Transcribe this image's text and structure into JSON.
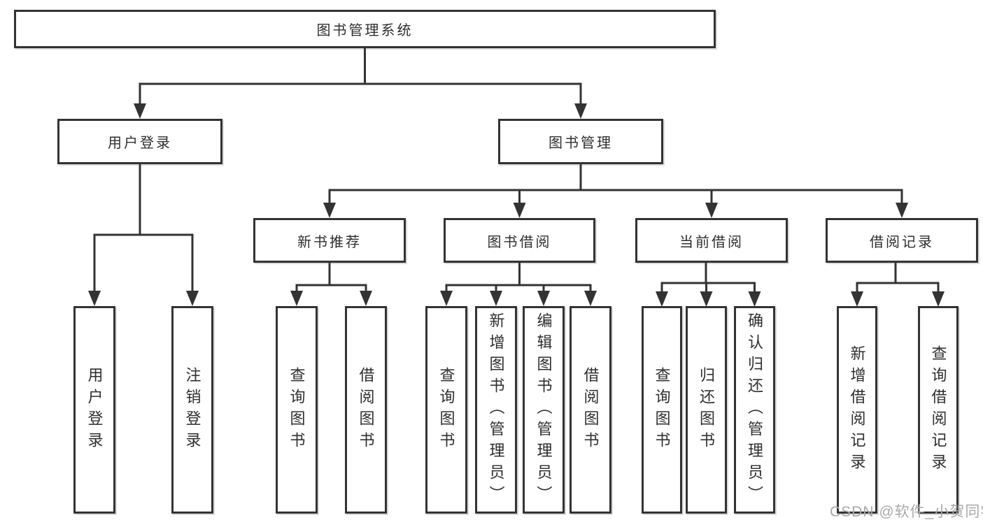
{
  "root": {
    "label": "图书管理系统"
  },
  "l1": [
    {
      "label": "用户登录",
      "children": [
        {
          "label": "用户登录"
        },
        {
          "label": "注销登录"
        }
      ]
    },
    {
      "label": "图书管理"
    }
  ],
  "l2": [
    {
      "label": "新书推荐",
      "children": [
        {
          "label": "查询图书"
        },
        {
          "label": "借阅图书"
        }
      ]
    },
    {
      "label": "图书借阅",
      "children": [
        {
          "label": "查询图书"
        },
        {
          "label": "新增图书（管理员）"
        },
        {
          "label": "编辑图书（管理员）"
        },
        {
          "label": "借阅图书"
        }
      ]
    },
    {
      "label": "当前借阅",
      "children": [
        {
          "label": "查询图书"
        },
        {
          "label": "归还图书"
        },
        {
          "label": "确认归还（管理员）"
        }
      ]
    },
    {
      "label": "借阅记录",
      "children": [
        {
          "label": "新增借阅记录"
        },
        {
          "label": "查询借阅记录"
        }
      ]
    }
  ],
  "watermark": {
    "text": "CSDN @软件_小贺同学"
  },
  "colors": {
    "line": "#333333",
    "text": "#2e2e2e",
    "background": "#ffffff",
    "watermark": "#a9a9a9"
  }
}
